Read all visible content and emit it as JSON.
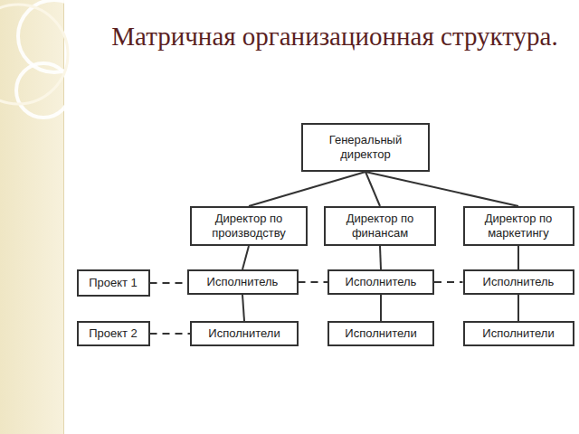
{
  "diagram": {
    "title": "Матричная организационная структура.",
    "nodes": [
      {
        "text": [
          "Генеральный директор"
        ]
      },
      {
        "text": [
          "Директор по производству"
        ]
      },
      {
        "text": [
          "Директор по финансам"
        ]
      },
      {
        "text": [
          "Директор по маркетингу"
        ]
      },
      {
        "text": [
          "Проект 1"
        ]
      },
      {
        "text": [
          "Исполнитель"
        ]
      },
      {
        "text": [
          "Исполнитель"
        ]
      },
      {
        "text": [
          "Исполнитель"
        ]
      },
      {
        "text": [
          "Проект 2"
        ]
      },
      {
        "text": [
          "Исполнители"
        ]
      },
      {
        "text": [
          "Исполнители"
        ]
      },
      {
        "text": [
          "Исполнители"
        ]
      }
    ],
    "edges": [
      {
        "from": 0,
        "to": 1,
        "arrow": "none"
      },
      {
        "from": 0,
        "to": 2,
        "arrow": "none"
      },
      {
        "from": 0,
        "to": 3,
        "arrow": "none"
      },
      {
        "from": 1,
        "to": 5,
        "arrow": "none"
      },
      {
        "from": 5,
        "to": 9,
        "arrow": "none"
      },
      {
        "from": 2,
        "to": 6,
        "arrow": "none"
      },
      {
        "from": 6,
        "to": 10,
        "arrow": "none"
      },
      {
        "from": 3,
        "to": 7,
        "arrow": "none"
      },
      {
        "from": 7,
        "to": 11,
        "arrow": "none"
      },
      {
        "from": 4,
        "to": 5,
        "arrow": "none"
      },
      {
        "from": 5,
        "to": 6,
        "arrow": "none"
      },
      {
        "from": 6,
        "to": 7,
        "arrow": "none"
      },
      {
        "from": 8,
        "to": 9,
        "arrow": "none"
      }
    ]
  }
}
